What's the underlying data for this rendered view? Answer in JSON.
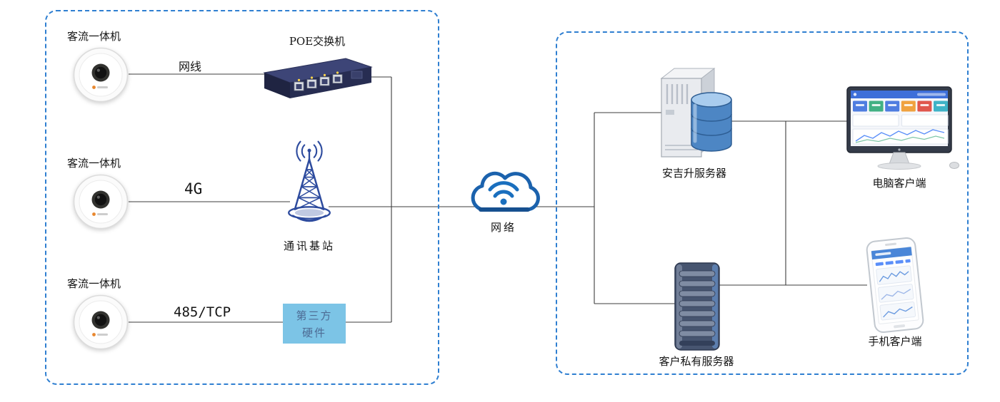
{
  "diagram": {
    "left_zone": {
      "cameras": [
        {
          "label": "客流一体机"
        },
        {
          "label": "客流一体机"
        },
        {
          "label": "客流一体机"
        }
      ],
      "links": {
        "lan": "网线",
        "cellular": "4G",
        "serial": "485/TCP"
      },
      "poe_switch": "POE交换机",
      "base_station": "通讯基站",
      "third_party": {
        "line1": "第三方",
        "line2": "硬件"
      }
    },
    "cloud": "网络",
    "right_zone": {
      "anjisheng_server": "安吉升服务器",
      "private_server": "客户私有服务器",
      "pc_client": "电脑客户端",
      "mobile_client": "手机客户端"
    },
    "colors": {
      "dashed_border": "#2f7fd1",
      "base_station_blue": "#2d4b9e",
      "cloud_blue": "#1b62ad",
      "third_party_bg": "#7cc4e6",
      "database_blue": "#4d86c4",
      "switch_navy": "#272d52"
    }
  }
}
